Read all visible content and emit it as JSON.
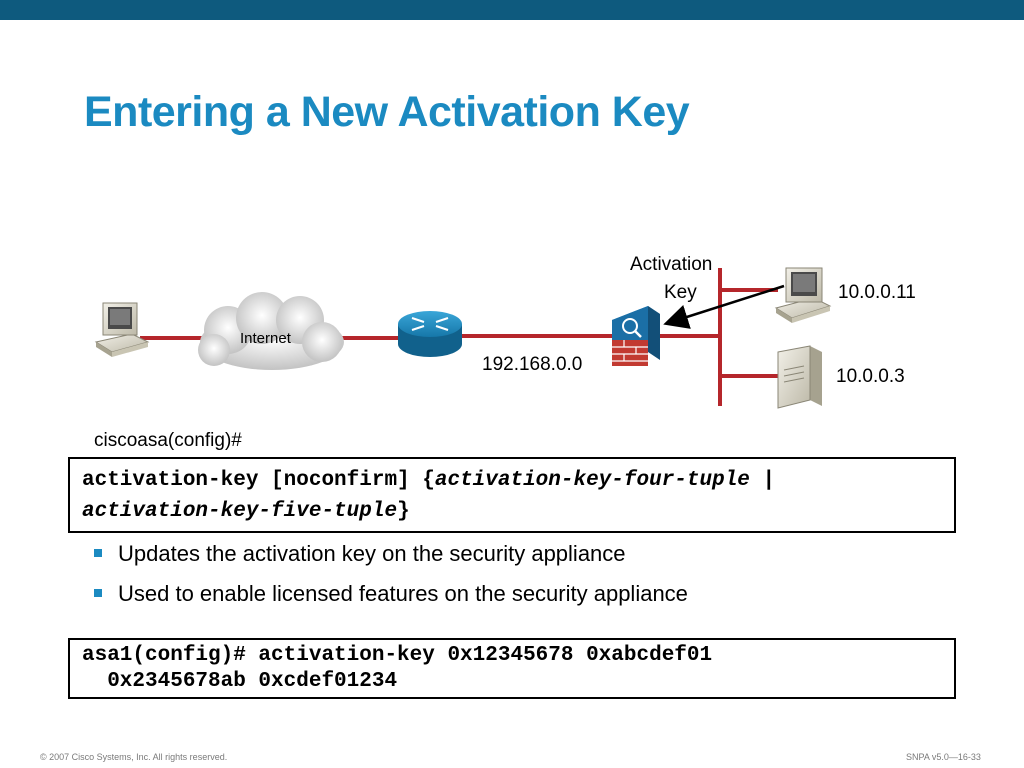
{
  "header": {
    "title": "Entering a New Activation Key"
  },
  "diagram": {
    "cloud_label": "Internet",
    "network_label": "192.168.0.0",
    "callout_label_line1": "Activation",
    "callout_label_line2": "Key",
    "host_ip_1": "10.0.0.11",
    "host_ip_2": "10.0.0.3",
    "nodes": [
      "pc-icon",
      "internet-cloud-icon",
      "router-icon",
      "asa-firewall-icon",
      "workstation-icon",
      "server-icon"
    ],
    "link_color": "#b5262b",
    "accent_color": "#1b8ac1"
  },
  "syntax": {
    "prompt": "ciscoasa(config)#",
    "line1_plain": "activation-key [noconfirm] {",
    "line1_italic": "activation-key-four-tuple",
    "line1_suffix": " |",
    "line2_italic": "activation-key-five-tuple",
    "line2_suffix": "}"
  },
  "bullets": [
    "Updates the activation key on the security appliance",
    "Used to enable licensed features on the security appliance"
  ],
  "example": {
    "line1": "asa1(config)# activation-key 0x12345678 0xabcdef01",
    "line2": "  0x2345678ab 0xcdef01234"
  },
  "footer": {
    "copyright": "© 2007 Cisco Systems, Inc. All rights reserved.",
    "course": "SNPA v5.0—16-33"
  }
}
